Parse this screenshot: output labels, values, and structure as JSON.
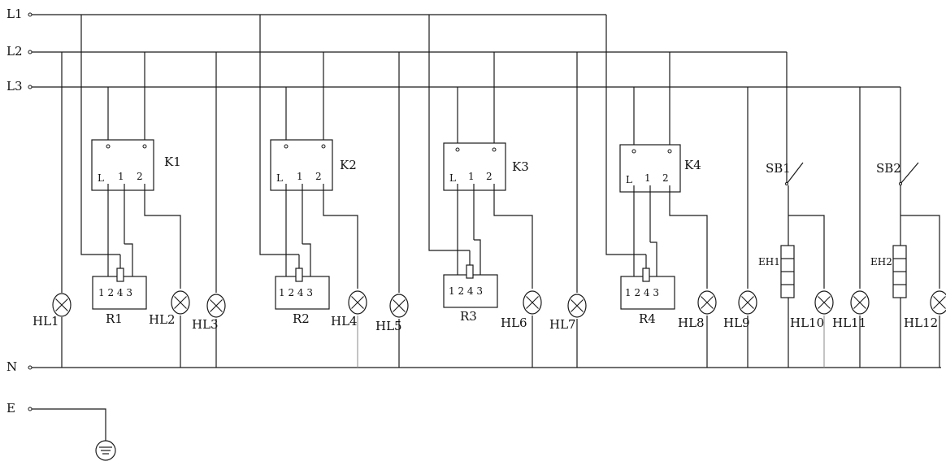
{
  "lines": {
    "L1": "L1",
    "L2": "L2",
    "L3": "L3",
    "N": "N",
    "E": "E"
  },
  "contactors": [
    {
      "name": "K1",
      "t_L": "L",
      "t_1": "1",
      "t_2": "2"
    },
    {
      "name": "K2",
      "t_L": "L",
      "t_1": "1",
      "t_2": "2"
    },
    {
      "name": "K3",
      "t_L": "L",
      "t_1": "1",
      "t_2": "2"
    },
    {
      "name": "K4",
      "t_L": "L",
      "t_1": "1",
      "t_2": "2"
    }
  ],
  "relays": [
    {
      "name": "R1",
      "terminals": "1 2 4 3"
    },
    {
      "name": "R2",
      "terminals": "1 2 4 3"
    },
    {
      "name": "R3",
      "terminals": "1 2 4 3"
    },
    {
      "name": "R4",
      "terminals": "1 2 4 3"
    }
  ],
  "switches": [
    {
      "name": "SB1"
    },
    {
      "name": "SB2"
    }
  ],
  "heaters": [
    {
      "name": "EH1"
    },
    {
      "name": "EH2"
    }
  ],
  "lamps": [
    "HL1",
    "HL2",
    "HL3",
    "HL4",
    "HL5",
    "HL6",
    "HL7",
    "HL8",
    "HL9",
    "HL10",
    "HL11",
    "HL12"
  ]
}
